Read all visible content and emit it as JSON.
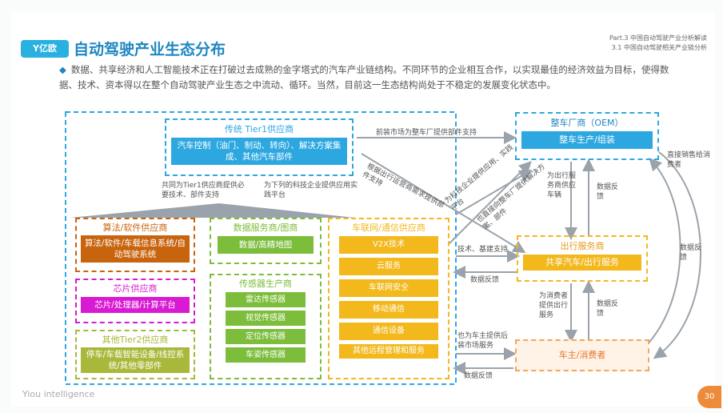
{
  "header": {
    "logo_text": "Y亿欧",
    "title": "自动驾驶产业生态分布",
    "part_line1": "Part.3 中国自动驾驶产业分析解读",
    "part_line2": "3.1 中国自动驾驶相关产业链分析"
  },
  "intro": "数据、共享经济和人工智能技术正在打破过去成熟的金字塔式的汽车产业链结构。不同环节的企业相互合作，以实现最佳的经济效益为目标，使得数据、技术、资本得以在整个自动驾驶产业生态之中流动、循环。当然，目前这一生态结构尚处于不稳定的发展变化状态中。",
  "tier1": {
    "title": "传统 Tier1供应商",
    "body": "汽车控制（油门、制动、转向）、解决方案集成、其他汽车部件"
  },
  "notes": {
    "tier1_left": "共同为Tier1供应商提供必要技术、部件支持",
    "tier1_right": "为下列的科技企业提供应用实践平台",
    "tier1_to_oem": "前装市场为整车厂提供部件支持",
    "diag1": "根据出行运营商需求提供部件支持",
    "diag2": "为科技企业提供应用、实践平台",
    "diag3": "也直接向整车厂提供解决方案、部件",
    "oem_to_mob": "为出行服务商供应车辆",
    "mob_to_oem": "数据反馈",
    "tech_support": "技术、基建支持",
    "data_fb1": "数据反馈",
    "mob_to_cons": "为消费者提供出行服务",
    "cons_to_mob": "数据反馈",
    "car_after": "也为车主提供后装市场服务",
    "data_fb2": "数据反馈",
    "direct_sale": "直接销售给消费者",
    "data_fb3": "数据反馈"
  },
  "algo": {
    "title": "算法/软件供应商",
    "body": "算法/软件/车载信息系统/自动驾驶系统"
  },
  "chip": {
    "title": "芯片供应商",
    "body": "芯片/处理器/计算平台"
  },
  "tier2": {
    "title": "其他Tier2供应商",
    "body": "停车/车载智能设备/线控系统/其他零部件"
  },
  "data_svc": {
    "title": "数据服务商/图商",
    "body": "数据/高精地图"
  },
  "sensor": {
    "title": "传感器生产商",
    "items": [
      "雷达传感器",
      "视觉传感器",
      "定位传感器",
      "车姿传感器"
    ]
  },
  "iov": {
    "title": "车联网/通信供应商",
    "items": [
      "V2X技术",
      "云服务",
      "车联网安全",
      "移动通信",
      "通信设备",
      "其他远程管理和服务"
    ]
  },
  "oem": {
    "title": "整车厂商（OEM）",
    "body": "整车生产/组装"
  },
  "mobility": {
    "title": "出行服务商",
    "body": "共享汽车/出行服务"
  },
  "consumer": {
    "title": "车主/消费者"
  },
  "footer": {
    "brand": "Yiou intelligence",
    "page": "30"
  },
  "colors": {
    "blue": "#2da7e0",
    "orange": "#c9640e",
    "magenta": "#d81bd3",
    "olive": "#a9b83a",
    "green": "#7cbd3b",
    "yellow": "#f2b81c",
    "accent": "#1f86c2"
  }
}
